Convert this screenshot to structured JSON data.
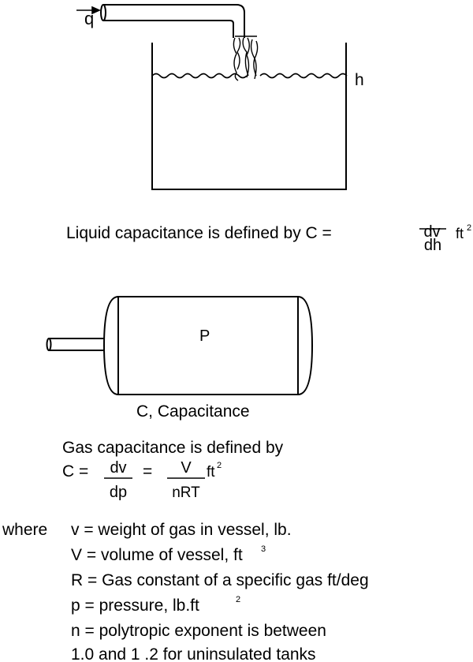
{
  "liquid_tank": {
    "flow_label": "q",
    "level_label": "h",
    "caption_text": "Liquid capacitance is defined by C = ",
    "frac_num": "dv",
    "frac_den": "dh",
    "unit": "ft",
    "unit_exp": "2"
  },
  "gas_vessel": {
    "pressure_label": "P",
    "caption": "C, Capacitance",
    "def_line1": "Gas capacitance is defined by",
    "def_c": "C = ",
    "frac1_num": "dv",
    "frac1_den": "dp",
    "equals": "=",
    "frac2_num": "V",
    "frac2_den": "nRT",
    "unit": "ft",
    "unit_exp": "2"
  },
  "legend": {
    "where": "where",
    "v_def": "v = weight of gas in vessel, lb.",
    "V_def": "V = volume of vessel, ft",
    "V_exp": "3",
    "R_def": "R = Gas constant of a specific gas ft/deg",
    "p_def": "p = pressure, lb.ft",
    "p_exp": "2",
    "n_def": "n =  polytropic exponent is between",
    "n_def2": "1.0 and 1 .2 for uninsulated tanks"
  }
}
